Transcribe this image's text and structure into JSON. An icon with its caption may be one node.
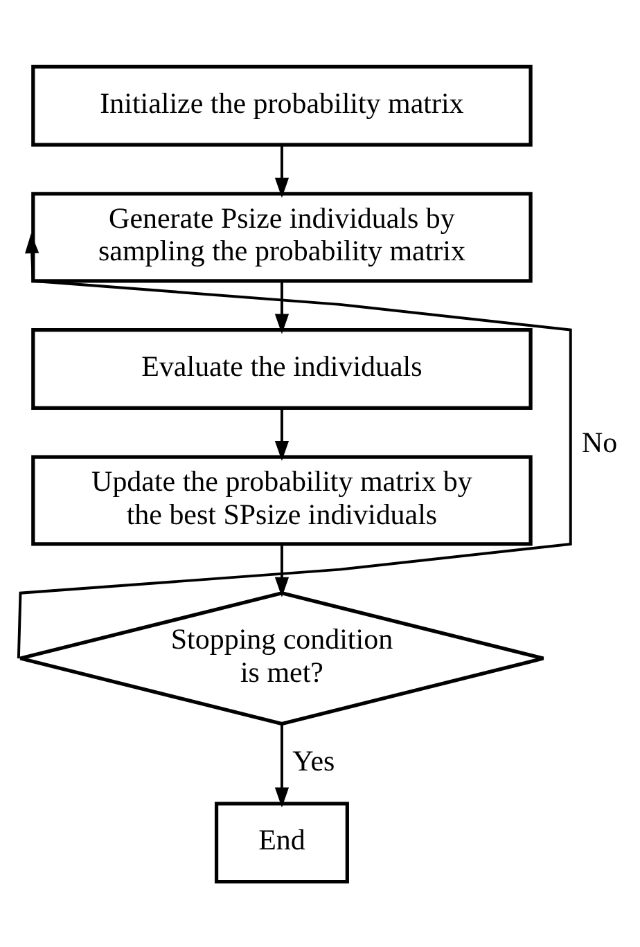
{
  "diagram": {
    "nodes": [
      {
        "text": [
          "Initialize the probability matrix"
        ]
      },
      {
        "text": [
          "Generate Psize individuals by sampling the probability matrix"
        ]
      },
      {
        "text": [
          "Evaluate the individuals"
        ]
      },
      {
        "text": [
          "Update the probability matrix by the best SPsize individuals"
        ]
      },
      {
        "text": [
          "Stopping condition is met?"
        ]
      },
      {
        "text": [
          "End"
        ]
      }
    ],
    "edges": [
      {
        "from": 0,
        "to": 1,
        "arrow": "to"
      },
      {
        "from": 1,
        "to": 2,
        "arrow": "to"
      },
      {
        "from": 2,
        "to": 3,
        "arrow": "to"
      },
      {
        "from": 3,
        "to": 4,
        "arrow": "to"
      },
      {
        "from": 4,
        "to": 1,
        "arrow": "to",
        "label": "No"
      },
      {
        "from": 4,
        "to": 5,
        "arrow": "to",
        "label": "Yes"
      }
    ]
  }
}
